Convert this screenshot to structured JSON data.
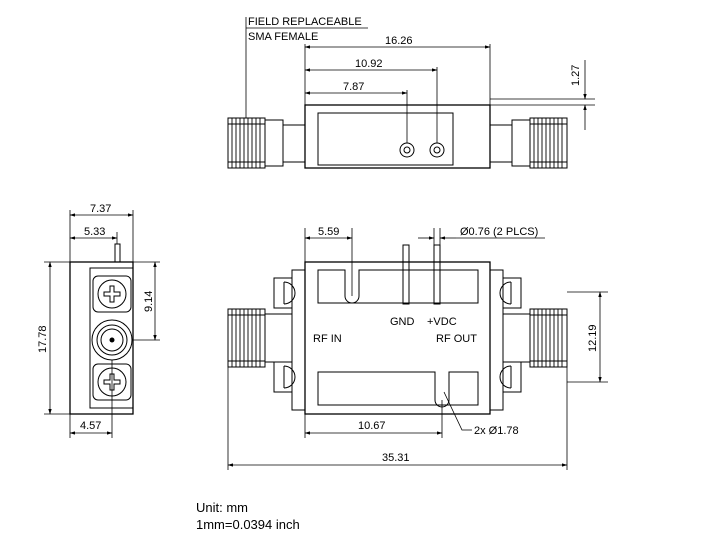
{
  "callouts": {
    "connector_line1": "FIELD REPLACEABLE",
    "connector_line2": "SMA FEMALE",
    "gnd": "GND",
    "vdc": "+VDC",
    "rf_in": "RF IN",
    "rf_out": "RF OUT",
    "pin_dia": "Ø0.76 (2 PLCS)",
    "hole_dia": "2x Ø1.78"
  },
  "dimensions": {
    "top_overall": "16.26",
    "top_mid": "10.92",
    "top_pin": "7.87",
    "top_height": "1.27",
    "side_width": "7.37",
    "side_pin": "5.33",
    "side_center": "9.14",
    "side_height": "17.78",
    "side_bottom": "4.57",
    "front_pin": "5.59",
    "front_height": "12.19",
    "front_hole": "10.67",
    "front_length": "35.31"
  },
  "notes": {
    "unit": "Unit: mm",
    "conversion": "1mm=0.0394 inch"
  }
}
